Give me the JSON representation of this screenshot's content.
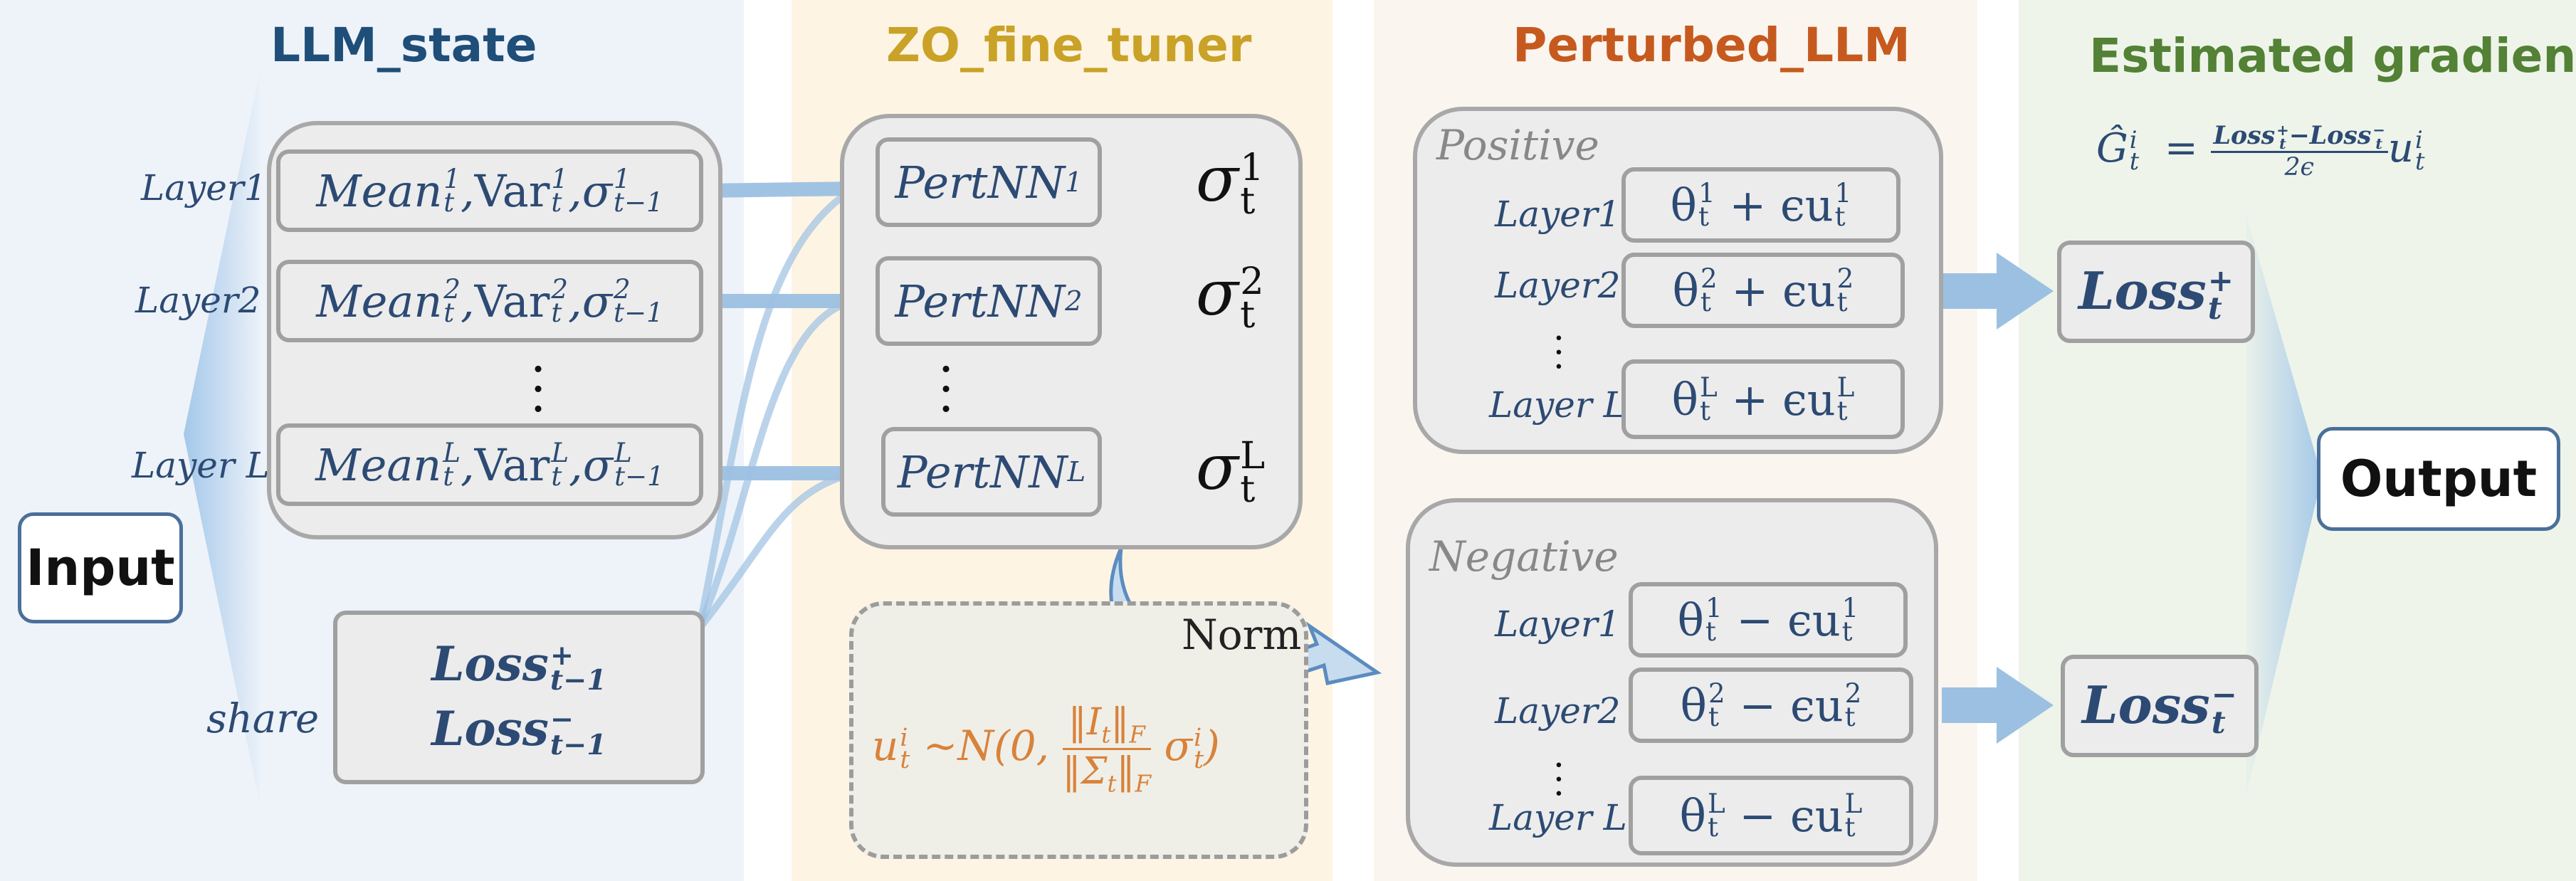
{
  "colors": {
    "panel1_bg": "#eef3f9",
    "panel2_bg": "#fdf4e3",
    "panel3_bg": "#fbf5ef",
    "panel4_bg": "#eef4ea",
    "title1": "#1f4e79",
    "title2": "#c9a227",
    "title3": "#c65a1e",
    "title4": "#538135",
    "arrow": "#8fb7de",
    "text_blue": "#2c4a73",
    "formula_orange": "#d9823b"
  },
  "panels": {
    "llm_state": {
      "title": "LLM_state",
      "layer_labels": [
        "Layer1",
        "Layer2",
        "Layer L"
      ],
      "share_label": "share",
      "mean_rows": [
        {
          "mean": "Mean",
          "sup": "1",
          "var": "Var",
          "sig_sup": "1"
        },
        {
          "mean": "Mean",
          "sup": "2",
          "var": "Var",
          "sig_sup": "2"
        },
        {
          "mean": "Mean",
          "sup": "L",
          "var": "Var",
          "sig_sup": "L"
        }
      ],
      "loss_plus": "Loss",
      "loss_minus": "Loss"
    },
    "zo_fine_tuner": {
      "title": "ZO_fine_tuner",
      "pertnn": [
        "PertNN",
        "PertNN",
        "PertNN"
      ],
      "pertnn_subs": [
        "1",
        "2",
        "L"
      ],
      "sigma_sups": [
        "1",
        "2",
        "L"
      ],
      "norm_label": "Norm"
    },
    "perturbed_llm": {
      "title": "Perturbed_LLM",
      "positive_label": "Positive",
      "negative_label": "Negative",
      "layer_labels": [
        "Layer1",
        "Layer2",
        "Layer L"
      ],
      "positive_sups": [
        "1",
        "2",
        "L"
      ],
      "negative_sups": [
        "1",
        "2",
        "L"
      ]
    },
    "estimated_gradient": {
      "title": "Estimated gradient",
      "loss_plus": "Loss",
      "loss_minus": "Loss"
    }
  },
  "input_label": "Input",
  "output_label": "Output"
}
